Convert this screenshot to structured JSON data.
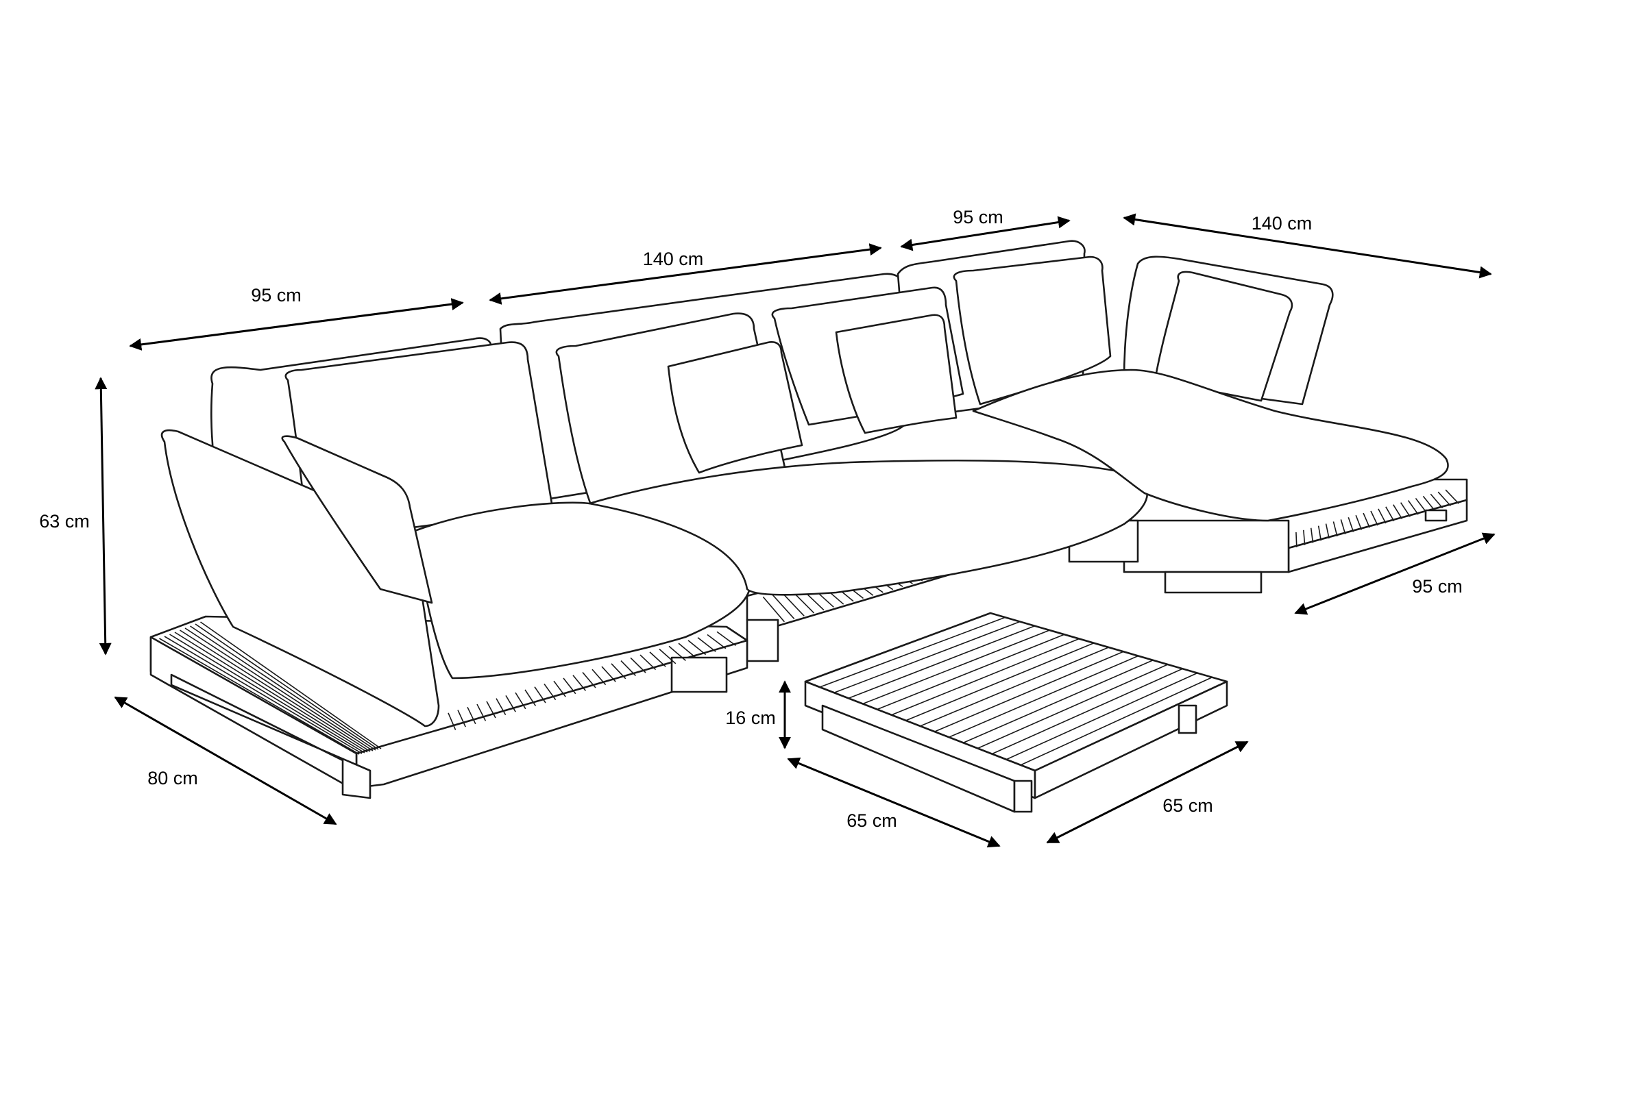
{
  "diagram": {
    "line_color": "#1a1a1a",
    "background": "#ffffff",
    "dimensions": {
      "left_module_width": "95 cm",
      "middle_module_width": "140 cm",
      "corner_module_width": "95 cm",
      "chaise_length": "140 cm",
      "chaise_width": "95 cm",
      "sofa_height": "63 cm",
      "sofa_depth": "80 cm",
      "table_height": "16 cm",
      "table_depth": "65 cm",
      "table_width": "65 cm"
    }
  }
}
